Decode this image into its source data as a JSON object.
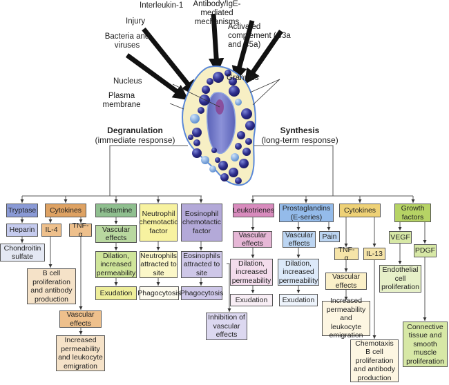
{
  "stimuli": {
    "bacteria": "Bacteria and viruses",
    "injury": "Injury",
    "interleukin": "Interleukin-1",
    "antibody": "Antibody/IgE-mediated mechanisms",
    "complement": "Activated complement (C3a and C5a)"
  },
  "cell_labels": {
    "nucleus": "Nucleus",
    "plasma_membrane": "Plasma membrane",
    "granules": "Granules"
  },
  "branches": {
    "degranulation": {
      "title": "Degranulation",
      "subtitle": "(immediate response)"
    },
    "synthesis": {
      "title": "Synthesis",
      "subtitle": "(long-term response)"
    }
  },
  "colors": {
    "tryptase": "#8a9ad6",
    "tryptase_light": "#c5cbee",
    "tryptase_pale": "#e4e8f3",
    "cytokines": "#dea263",
    "cytokines_light": "#eec08c",
    "cytokines_pale": "#f5e2c8",
    "histamine": "#8fbf8f",
    "histamine_light": "#b9d8a0",
    "exudation_yellow": "#eeee9a",
    "neutrophil": "#f7f2a0",
    "neutrophil_light": "#fbf7c8",
    "neutrophil_pale": "#fdfbee",
    "eosinophil": "#b3a9d8",
    "eosinophil_light": "#cec7e8",
    "leukotrienes": "#d88bbd",
    "leuko_light": "#e6b7d6",
    "leuko_pale": "#f3dcec",
    "leuko_white": "#f8eef5",
    "prostaglandins": "#94bbea",
    "prosta_light": "#bcd5f2",
    "prosta_pale": "#dce9f9",
    "prosta_white": "#eef4fc",
    "syn_cytokines": "#eed176",
    "syn_cyt_light": "#f6e4a8",
    "syn_cyt_pale": "#fbf0c8",
    "syn_cyt_white": "#fdf6e2",
    "growth": "#b6d365",
    "growth_light": "#d7e8a6",
    "growth_pale": "#e6f0c8"
  },
  "degranulation_boxes": {
    "tryptase": "Tryptase",
    "heparin": "Heparin",
    "chondroitin": "Chondroitin sulfate",
    "cytokines": "Cytokines",
    "il4": "IL-4",
    "tnf": "TNF-α",
    "b_cell": "B cell proliferation and antibody production",
    "vascular_tnf": "Vascular effects",
    "increased_perm": "Increased permeability and leukocyte emigration",
    "histamine": "Histamine",
    "vascular_hist": "Vascular effects",
    "dilation_hist": "Dilation, increased permeability",
    "exudation_hist": "Exudation",
    "neutrophil_factor": "Neutrophil chemotactic factor",
    "neutrophils_attracted": "Neutrophils attracted to site",
    "phago_neut": "Phagocytosis",
    "eosinophil_factor": "Eosinophil chemotactic factor",
    "eosinophils_attracted": "Eosinophils attracted to site",
    "phago_eos": "Phagocytosis",
    "inhibition": "Inhibition of vascular effects"
  },
  "synthesis_boxes": {
    "leukotrienes": "Leukotrienes",
    "vascular_leuko": "Vascular effects",
    "dilation_leuko": "Dilation, increased permeability",
    "exudation_leuko": "Exudation",
    "prostaglandins": "Prostaglandins (E-series)",
    "vascular_prosta": "Vascular effects",
    "dilation_prosta": "Dilation, increased permeability",
    "exudation_prosta": "Exudation",
    "pain": "Pain",
    "cytokines": "Cytokines",
    "tnf": "TNF-α",
    "il13": "IL-13",
    "vascular_tnf": "Vascular effects",
    "increased_perm": "Increased permeability and leukocyte emigration",
    "chemotaxis": "Chemotaxis B cell proliferation and antibody production",
    "growth": "Growth factors",
    "vegf": "VEGF",
    "pdgf": "PDGF",
    "endothelial": "Endothelial cell proliferation",
    "connective": "Connective tissue and smooth muscle proliferation"
  }
}
